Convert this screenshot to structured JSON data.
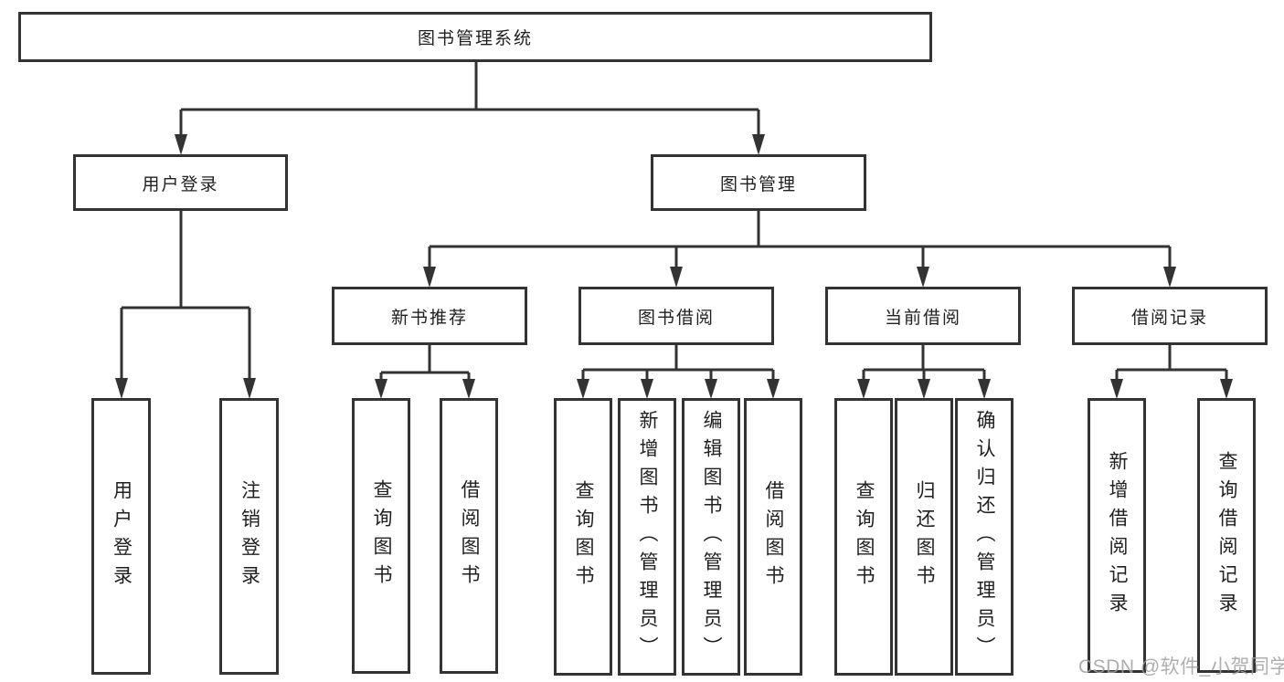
{
  "colors": {
    "line": "#333333",
    "box_border": "#333333",
    "text": "#1f1f1f",
    "watermark": "#a0a0a0",
    "background": "#ffffff"
  },
  "watermark": "CSDN @软件_小贺同学",
  "tree": {
    "root": {
      "label": "图书管理系统",
      "children": [
        {
          "label": "用户登录",
          "children": [
            {
              "label": "用户登录"
            },
            {
              "label": "注销登录"
            }
          ]
        },
        {
          "label": "图书管理",
          "children": [
            {
              "label": "新书推荐",
              "children": [
                {
                  "label": "查询图书"
                },
                {
                  "label": "借阅图书"
                }
              ]
            },
            {
              "label": "图书借阅",
              "children": [
                {
                  "label": "查询图书"
                },
                {
                  "label": "新增图书（管理员）"
                },
                {
                  "label": "编辑图书（管理员）"
                },
                {
                  "label": "借阅图书"
                }
              ]
            },
            {
              "label": "当前借阅",
              "children": [
                {
                  "label": "查询图书"
                },
                {
                  "label": "归还图书"
                },
                {
                  "label": "确认归还（管理员）"
                }
              ]
            },
            {
              "label": "借阅记录",
              "children": [
                {
                  "label": "新增借阅记录"
                },
                {
                  "label": "查询借阅记录"
                }
              ]
            }
          ]
        }
      ]
    }
  }
}
